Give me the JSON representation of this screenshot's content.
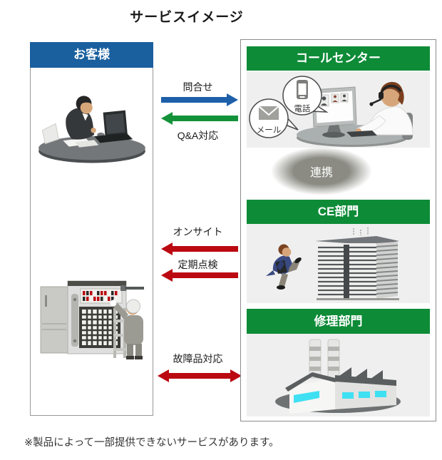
{
  "title": "サービスイメージ",
  "footnote": "※製品によって一部提供できないサービスがあります。",
  "customer": {
    "label": "お客様"
  },
  "call_center": {
    "label": "コールセンター",
    "phone_bubble": "電話",
    "mail_bubble": "メール"
  },
  "link_badge": {
    "label": "連携"
  },
  "ce_dept": {
    "label": "CE部門"
  },
  "repair_dept": {
    "label": "修理部門"
  },
  "flows": {
    "inquiry": {
      "label": "問合せ"
    },
    "qa": {
      "label": "Q&A対応"
    },
    "onsite": {
      "label": "オンサイト"
    },
    "inspection": {
      "label": "定期点検"
    },
    "fault": {
      "label": "故障品対応"
    }
  },
  "colors": {
    "customer_header": "#1a5f9e",
    "dept_header": "#0d8b37",
    "arrow_blue": "#1e5fa9",
    "arrow_green": "#14923a",
    "arrow_red": "#bb0911",
    "panel_bg": "#efefef",
    "link_ellipse": "#8b8b84"
  }
}
